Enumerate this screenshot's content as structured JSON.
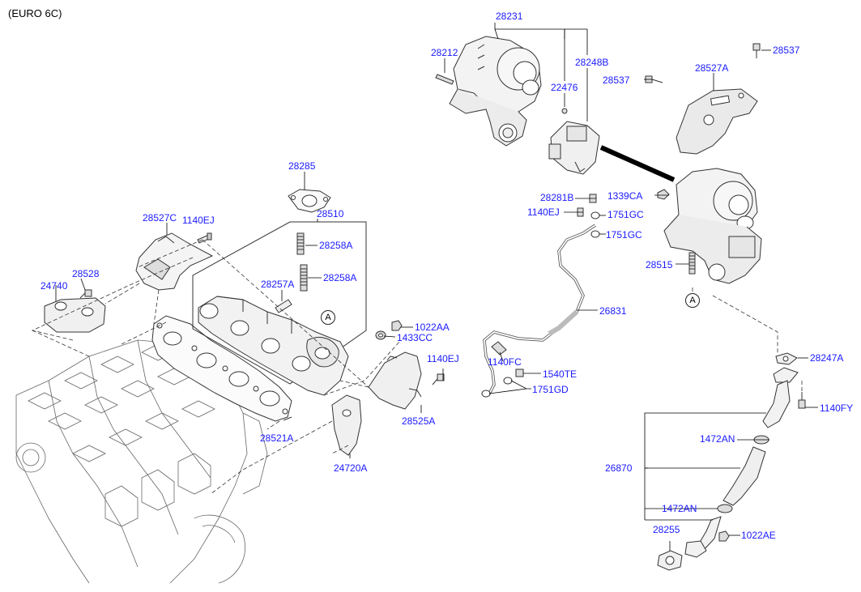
{
  "header": {
    "title": "(EURO 6C)"
  },
  "ref_markers": [
    "A",
    "A"
  ],
  "parts": [
    "28231",
    "28212",
    "22476",
    "28248B",
    "28537",
    "28527A",
    "28537",
    "28285",
    "28527C",
    "1140EJ",
    "28510",
    "28258A",
    "28258A",
    "28257A",
    "28528",
    "24740",
    "1022AA",
    "1433CC",
    "1140EJ",
    "28525A",
    "28521A",
    "24720A",
    "28281B",
    "1339CA",
    "1140EJ",
    "1751GC",
    "1751GC",
    "28515",
    "26831",
    "1140FC",
    "1540TE",
    "1751GD",
    "28247A",
    "1140FY",
    "1472AN",
    "26870",
    "1472AN",
    "28255",
    "1022AE"
  ]
}
